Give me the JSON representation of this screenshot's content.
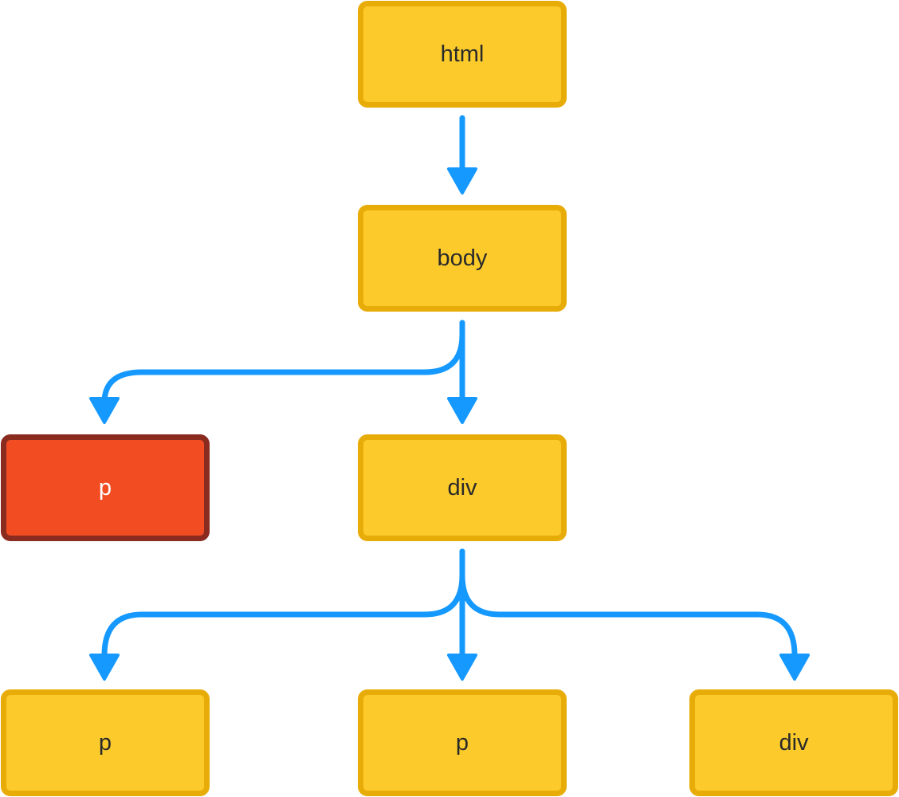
{
  "diagram": {
    "nodes": [
      {
        "id": "html",
        "label": "html",
        "highlighted": false
      },
      {
        "id": "body",
        "label": "body",
        "highlighted": false
      },
      {
        "id": "p1",
        "label": "p",
        "highlighted": true
      },
      {
        "id": "div1",
        "label": "div",
        "highlighted": false
      },
      {
        "id": "p2",
        "label": "p",
        "highlighted": false
      },
      {
        "id": "p3",
        "label": "p",
        "highlighted": false
      },
      {
        "id": "div2",
        "label": "div",
        "highlighted": false
      }
    ],
    "edges": [
      {
        "from": "html",
        "to": "body"
      },
      {
        "from": "body",
        "to": "p1"
      },
      {
        "from": "body",
        "to": "div1"
      },
      {
        "from": "div1",
        "to": "p2"
      },
      {
        "from": "div1",
        "to": "p3"
      },
      {
        "from": "div1",
        "to": "div2"
      }
    ],
    "colors": {
      "node_fill": "#fccb2b",
      "node_border": "#e8ac09",
      "highlight_fill": "#f24c23",
      "highlight_border": "#8a2b20",
      "edge": "#1599ff"
    }
  }
}
